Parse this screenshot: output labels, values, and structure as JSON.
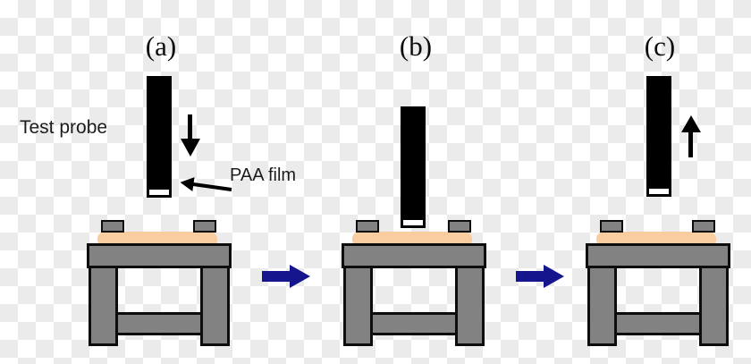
{
  "figure": {
    "type": "process-diagram",
    "description": "Three-step schematic of a test probe pressing and releasing a PAA film on a sample stage",
    "panels": [
      {
        "id": "a",
        "label": "(a)",
        "probe_state": "above film, moving down"
      },
      {
        "id": "b",
        "label": "(b)",
        "probe_state": "pressed onto film"
      },
      {
        "id": "c",
        "label": "(c)",
        "probe_state": "retracting, moving up"
      }
    ],
    "annotations": {
      "test_probe": "Test probe",
      "paa_film": "PAA film"
    },
    "icons": [
      "down-arrow-icon",
      "up-arrow-icon",
      "annotation-arrow-icon",
      "step-arrow-icon"
    ],
    "colors": {
      "probe_black": "#000000",
      "probe_tip_white": "#ffffff",
      "film_peach": "#f9cda0",
      "table_gray": "#828282",
      "outline_black": "#0d0d0d",
      "step_arrow_blue": "#15158d",
      "checker_gray": "#ebebeb",
      "checker_white": "#ffffff"
    }
  }
}
